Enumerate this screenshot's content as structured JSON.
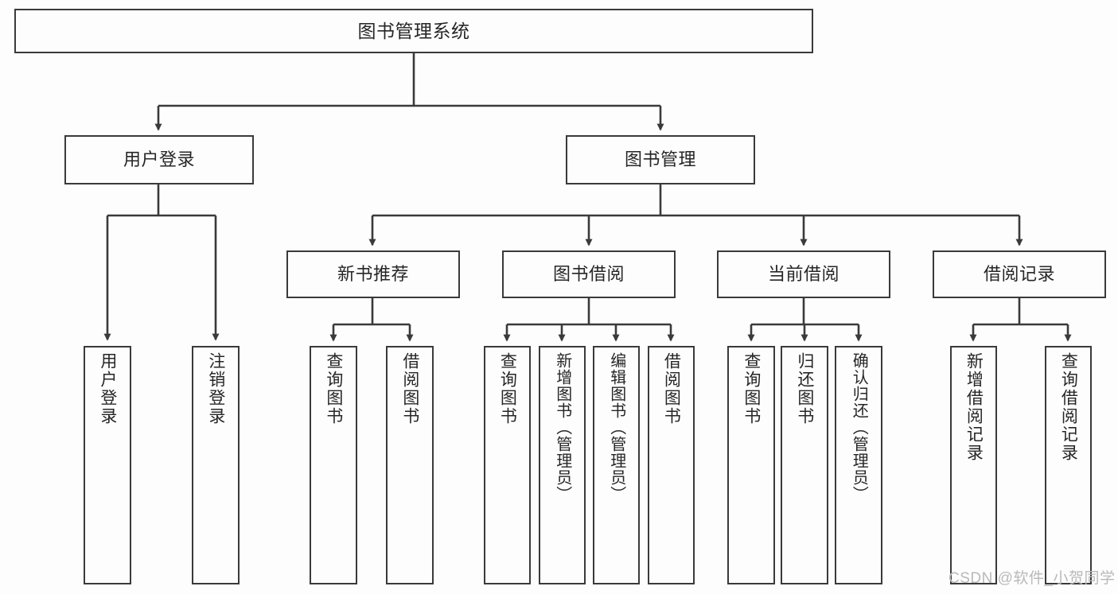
{
  "diagram": {
    "type": "tree",
    "title": "图书管理系统",
    "root": {
      "id": "root",
      "label": "图书管理系统"
    },
    "level2": [
      {
        "id": "user-login",
        "label": "用户登录"
      },
      {
        "id": "book-manage",
        "label": "图书管理"
      }
    ],
    "level3": [
      {
        "id": "new-book-rec",
        "label": "新书推荐",
        "parent": "book-manage"
      },
      {
        "id": "book-borrow",
        "label": "图书借阅",
        "parent": "book-manage"
      },
      {
        "id": "current-borrow",
        "label": "当前借阅",
        "parent": "book-manage"
      },
      {
        "id": "borrow-record",
        "label": "借阅记录",
        "parent": "book-manage"
      }
    ],
    "leaves": [
      {
        "id": "leaf-user-login",
        "label": "用户登录",
        "parent": "user-login"
      },
      {
        "id": "leaf-logout-login",
        "label": "注销登录",
        "parent": "user-login"
      },
      {
        "id": "leaf-query-book-1",
        "label": "查询图书",
        "parent": "new-book-rec"
      },
      {
        "id": "leaf-borrow-book-1",
        "label": "借阅图书",
        "parent": "new-book-rec"
      },
      {
        "id": "leaf-query-book-2",
        "label": "查询图书",
        "parent": "book-borrow"
      },
      {
        "id": "leaf-add-book",
        "label": "新增图书（管理员）",
        "parent": "book-borrow"
      },
      {
        "id": "leaf-edit-book",
        "label": "编辑图书（管理员）",
        "parent": "book-borrow"
      },
      {
        "id": "leaf-borrow-book-2",
        "label": "借阅图书",
        "parent": "book-borrow"
      },
      {
        "id": "leaf-query-book-3",
        "label": "查询图书",
        "parent": "current-borrow"
      },
      {
        "id": "leaf-return-book",
        "label": "归还图书",
        "parent": "current-borrow"
      },
      {
        "id": "leaf-confirm-return",
        "label": "确认归还（管理员）",
        "parent": "current-borrow"
      },
      {
        "id": "leaf-add-record",
        "label": "新增借阅记录",
        "parent": "borrow-record"
      },
      {
        "id": "leaf-query-record",
        "label": "查询借阅记录",
        "parent": "borrow-record"
      }
    ],
    "colors": {
      "background": "#fdfdfd",
      "stroke": "#3a3a3a",
      "text": "#262626",
      "watermark": "#b9b9b9"
    }
  },
  "watermark": {
    "text": "CSDN @软件_小贺同学"
  }
}
